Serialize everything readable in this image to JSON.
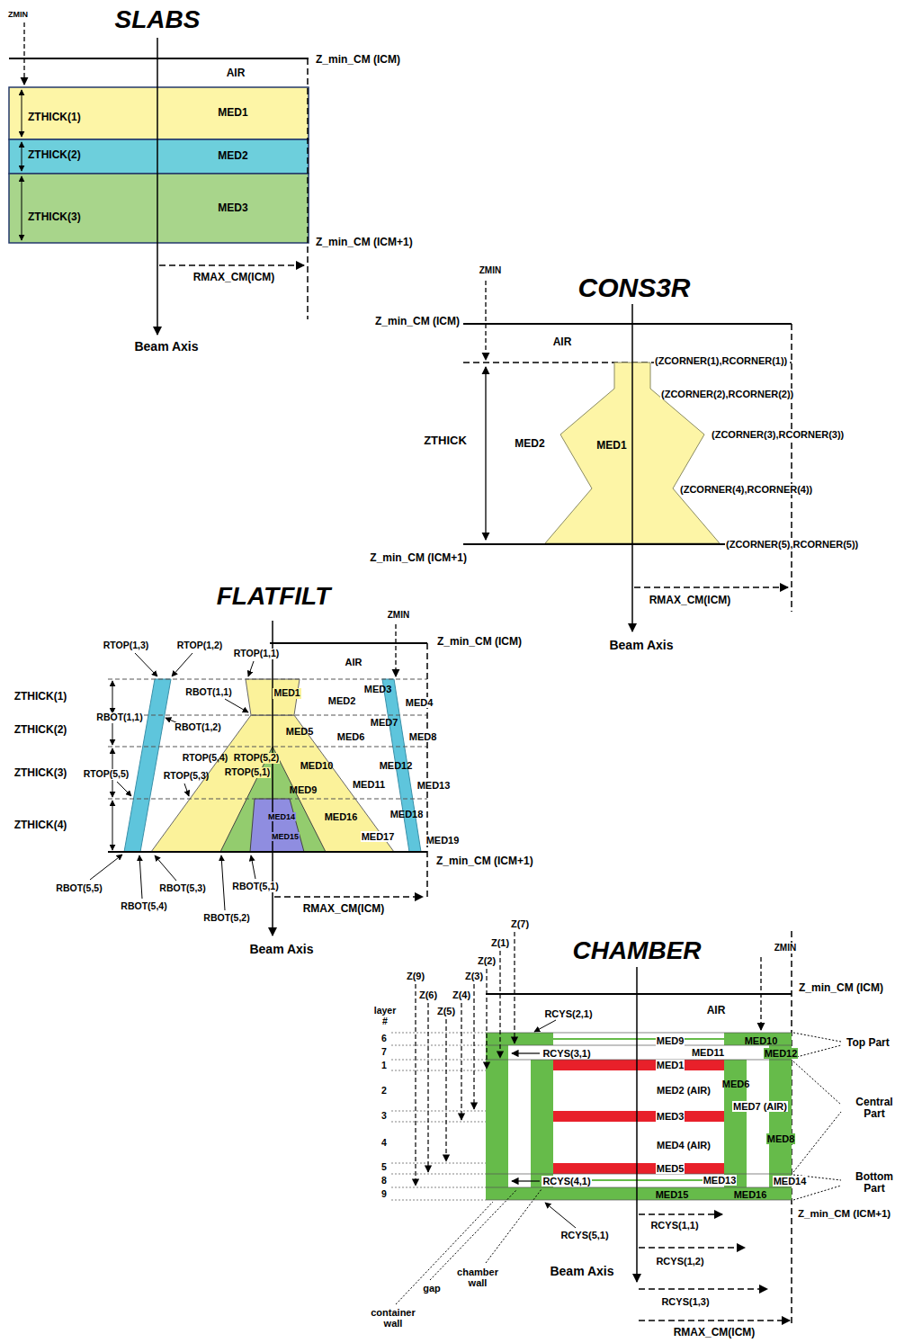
{
  "diagram": {
    "nodes": [
      {
        "text": [
          "MED1"
        ]
      },
      {
        "text": [
          "MED2"
        ]
      },
      {
        "text": [
          "MED3"
        ]
      }
    ],
    "labels": [
      "SLABS",
      "ZMIN",
      "Z_min_CM (ICM)",
      "AIR",
      "ZTHICK(1)",
      "ZTHICK(2)",
      "ZTHICK(3)",
      "Z_min_CM (ICM+1)",
      "RMAX_CM(ICM)",
      "Beam Axis",
      "ZMIN",
      "CONS3R",
      "Z_min_CM (ICM)",
      "AIR",
      "(ZCORNER(1),RCORNER(1))",
      "(ZCORNER(2),RCORNER(2))",
      "(ZCORNER(3),RCORNER(3))",
      "ZTHICK",
      "MED2",
      "MED1",
      "(ZCORNER(4),RCORNER(4))",
      "(ZCORNER(5),RCORNER(5))",
      "Z_min_CM (ICM+1)",
      "RMAX_CM(ICM)",
      "Beam Axis",
      "FLATFILT",
      "ZMIN",
      "RTOP(1,3)",
      "RTOP(1,2)",
      "RTOP(1,1)",
      "Z_min_CM (ICM)",
      "AIR",
      "ZTHICK(1)",
      "RBOT(1,1)",
      "MED1",
      "MED2",
      "MED3",
      "MED4",
      "ZTHICK(2)",
      "RBOT(1,1)",
      "RBOT(1,2)",
      "MED5",
      "MED6",
      "MED7",
      "MED8",
      "RTOP(5,4)",
      "RTOP(5,2)",
      "MED10",
      "MED12",
      "ZTHICK(3)",
      "RTOP(5,5)",
      "RTOP(5,3)",
      "RTOP(5,1)",
      "MED11",
      "MED13",
      "MED9",
      "ZTHICK(4)",
      "MED14",
      "MED16",
      "MED18",
      "MED15",
      "MED17",
      "MED19",
      "Z_min_CM (ICM+1)",
      "RBOT(5,5)",
      "RBOT(5,3)",
      "RBOT(5,1)",
      "RBOT(5,4)",
      "RMAX_CM(ICM)",
      "RBOT(5,2)",
      "Beam Axis",
      "Z(7)",
      "Z(1)",
      "CHAMBER",
      "ZMIN",
      "Z(2)",
      "Z(9)",
      "Z(3)",
      "Z_min_CM (ICM)",
      "Z(6)",
      "Z(4)",
      "Z(5)",
      "layer #",
      "RCYS(2,1)",
      "AIR",
      "6",
      "MED9",
      "MED10",
      "Top Part",
      "7",
      "RCYS(3,1)",
      "MED11",
      "MED12",
      "1",
      "MED1",
      "MED6",
      "2",
      "MED2 (AIR)",
      "Central Part",
      "MED7 (AIR)",
      "3",
      "MED3",
      "MED8",
      "4",
      "MED4 (AIR)",
      "5",
      "MED5",
      "Bottom Part",
      "8",
      "RCYS(4,1)",
      "MED13",
      "MED14",
      "9",
      "MED15",
      "MED16",
      "Z_min_CM (ICM+1)",
      "RCYS(1,1)",
      "RCYS(5,1)",
      "RCYS(1,2)",
      "Beam Axis",
      "chamber wall",
      "gap",
      "RCYS(1,3)",
      "container wall",
      "RMAX_CM(ICM)"
    ]
  }
}
